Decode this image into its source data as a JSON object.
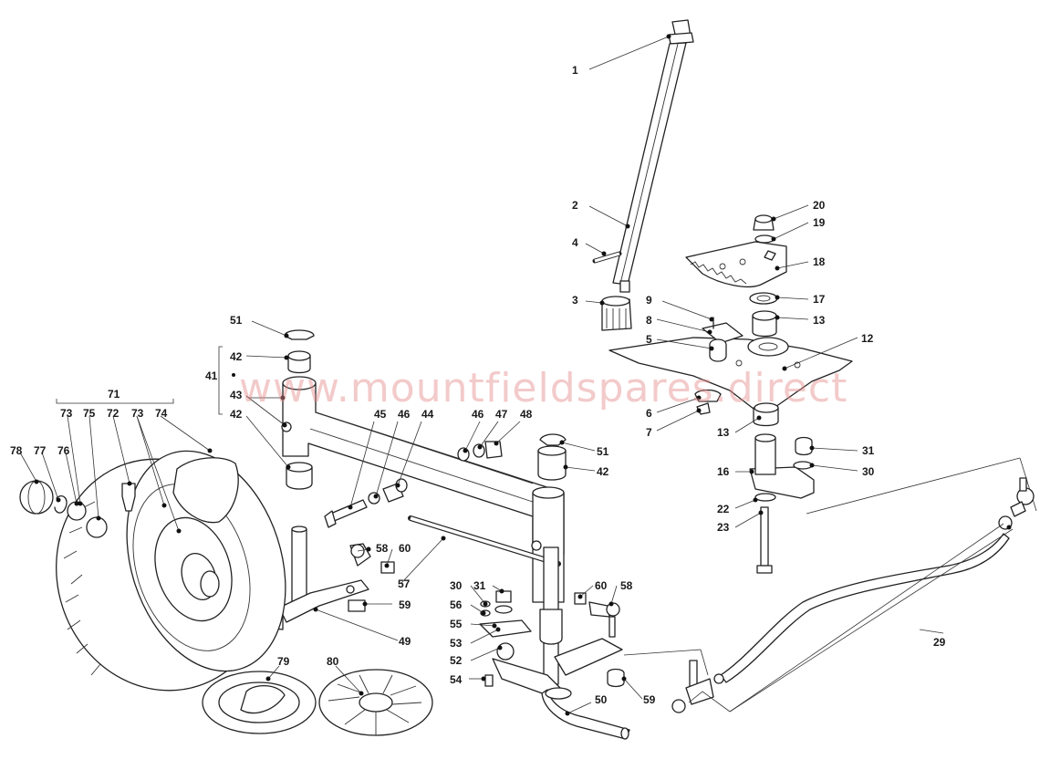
{
  "watermark": "www.mountfieldspares.direct",
  "callouts": {
    "c1": "1",
    "c2": "2",
    "c3": "3",
    "c4": "4",
    "c5": "5",
    "c6": "6",
    "c7": "7",
    "c8": "8",
    "c9": "9",
    "c12": "12",
    "c13a": "13",
    "c13b": "13",
    "c16": "16",
    "c17": "17",
    "c18": "18",
    "c19": "19",
    "c20": "20",
    "c22": "22",
    "c23": "23",
    "c29": "29",
    "c30a": "30",
    "c30b": "30",
    "c31a": "31",
    "c31b": "31",
    "c41": "41",
    "c42a": "42",
    "c42b": "42",
    "c42c": "42",
    "c43": "43",
    "c44": "44",
    "c45": "45",
    "c46a": "46",
    "c46b": "46",
    "c47": "47",
    "c48": "48",
    "c49": "49",
    "c50": "50",
    "c51a": "51",
    "c51b": "51",
    "c52": "52",
    "c53": "53",
    "c54": "54",
    "c55": "55",
    "c56": "56",
    "c57": "57",
    "c58a": "58",
    "c58b": "58",
    "c59a": "59",
    "c59b": "59",
    "c60a": "60",
    "c60b": "60",
    "c71": "71",
    "c72": "72",
    "c73a": "73",
    "c73b": "73",
    "c74": "74",
    "c75": "75",
    "c76": "76",
    "c77": "77",
    "c78": "78",
    "c79": "79",
    "c80": "80"
  },
  "icons": [
    "steering-column",
    "steering-sector-gear",
    "front-axle",
    "wheel-tyre",
    "tie-rod",
    "hub-cap"
  ]
}
